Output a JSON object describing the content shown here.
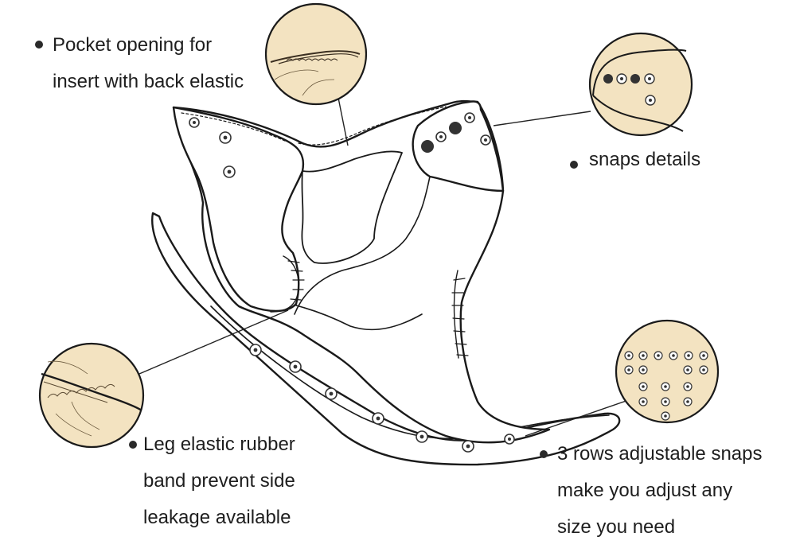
{
  "callouts": {
    "pocket_opening": {
      "lines": [
        "Pocket opening for",
        "insert with back elastic"
      ]
    },
    "snaps_details": {
      "lines": [
        "snaps details"
      ]
    },
    "leg_elastic": {
      "lines": [
        "Leg elastic rubber",
        "band prevent side",
        "leakage available"
      ]
    },
    "adjustable_snaps": {
      "lines": [
        "3 rows adjustable snaps",
        "make you adjust any",
        "size you need"
      ]
    }
  },
  "colors": {
    "detail_circle_fill": "#f3e3c1",
    "outline": "#1a1a1a",
    "snap_dark": "#333333",
    "bullet": "#2a2a2a"
  }
}
